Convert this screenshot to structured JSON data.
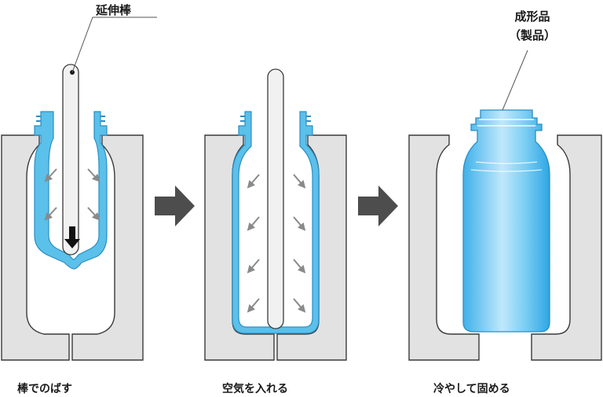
{
  "labels": {
    "rod": "延伸棒",
    "product_line1": "成形品",
    "product_line2": "（製品）"
  },
  "steps": [
    {
      "caption": "棒でのばす"
    },
    {
      "caption": "空気を入れる"
    },
    {
      "caption": "冷やして固める"
    }
  ],
  "colors": {
    "mold_fill": "#e2e2e2",
    "mold_stroke": "#3a3a3a",
    "preform_blue": "#5bc0ea",
    "preform_stroke": "#2a8fc4",
    "rod_fill": "#f1f1f1",
    "arrow_gray": "#4d4d4d",
    "small_arrow": "#8a8a8a"
  }
}
